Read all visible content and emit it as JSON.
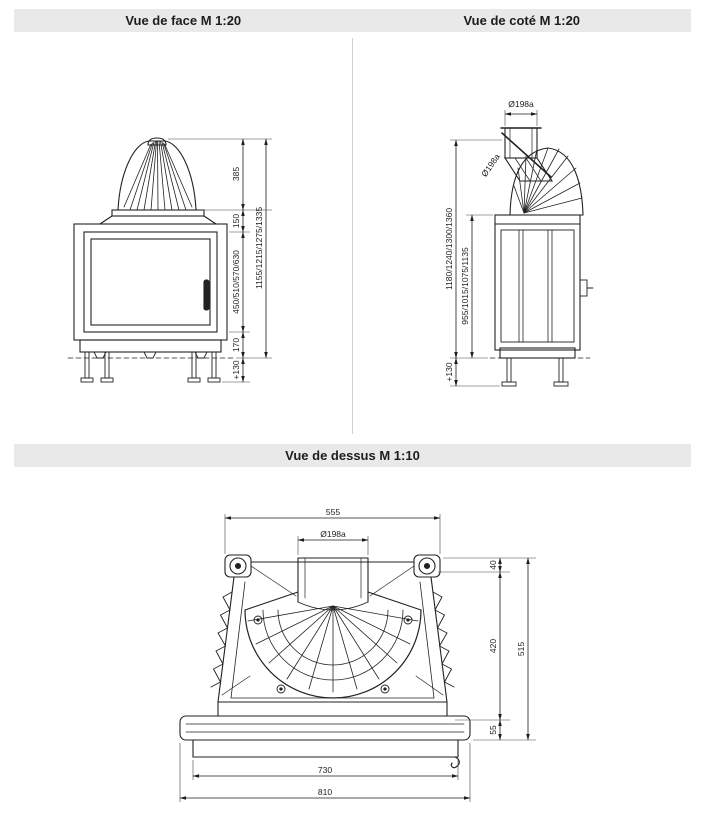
{
  "titles": {
    "front": "Vue de face M 1:20",
    "side": "Vue de coté M 1:20",
    "top": "Vue de dessus M 1:10"
  },
  "front_view": {
    "dim_dome_height": "385",
    "dim_hood_height": "150",
    "dim_door_height": "450/510/570/630",
    "dim_total_height": "1155/1215/1275/1335",
    "dim_base_height": "170",
    "dim_leg_extension": "+130"
  },
  "side_view": {
    "dim_flue_diameter_top": "Ø198a",
    "dim_flue_diameter_angled": "Ø198a",
    "dim_total_height": "1180/1240/1300/1360",
    "dim_body_height": "955/1015/1075/1135",
    "dim_leg_extension": "+130"
  },
  "top_view": {
    "dim_width_back": "555",
    "dim_flue_diameter": "Ø198a",
    "dim_depth_back_offset": "40",
    "dim_depth_body": "420",
    "dim_depth_total": "515",
    "dim_depth_front": "55",
    "dim_width_front_inner": "730",
    "dim_width_front_outer": "810"
  },
  "colors": {
    "header_bar": "#e9e9e9",
    "line": "#1d1d1b"
  }
}
